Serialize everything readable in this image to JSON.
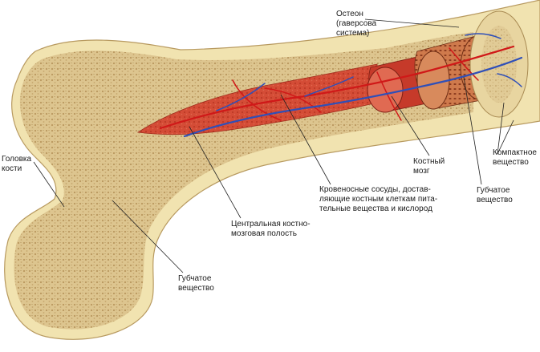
{
  "labels": {
    "osteon": [
      "Остеон",
      "(гаверсова",
      "система)"
    ],
    "bone_head": [
      "Головка",
      "кости"
    ],
    "bone_marrow": [
      "Костный",
      "мозг"
    ],
    "compact_bone": [
      "Компактное",
      "вещество"
    ],
    "spongy_bone_right": [
      "Губчатое",
      "вещество"
    ],
    "blood_vessels": [
      "Кровеносные сосуды, достав-",
      "ляющие костным клеткам пита-",
      "тельные вещества и кислород"
    ],
    "medullary_cavity": [
      "Центральная костно-",
      "мозговая полость"
    ],
    "spongy_bone_left": [
      "Губчатое",
      "вещество"
    ]
  },
  "colors": {
    "compact_bone": "#f1e3b0",
    "spongy_bone": "#d9c089",
    "marrow": "#d24a34",
    "artery": "#d01818",
    "vein": "#2f4fb8",
    "leader_line": "#222222"
  }
}
